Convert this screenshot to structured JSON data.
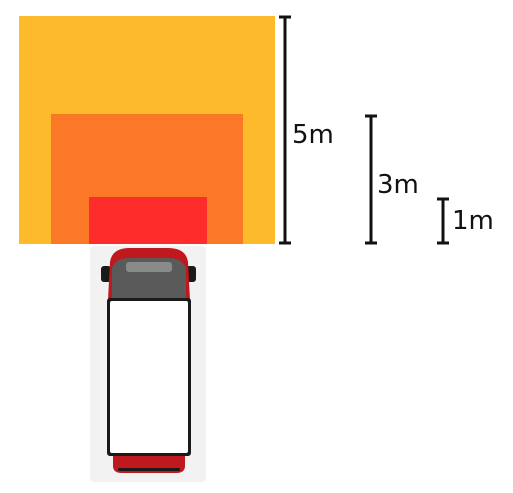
{
  "zones": [
    {
      "id": "5m",
      "label": "5m",
      "color": "#FDBB2C"
    },
    {
      "id": "3m",
      "label": "3m",
      "color": "#FB7826"
    },
    {
      "id": "1m",
      "label": "1m",
      "color": "#FF2C2C"
    }
  ],
  "vehicle": {
    "body_color": "#FFFFFF",
    "accent_color": "#C0181F",
    "shadow_color": "#F2F2F2",
    "outline_color": "#1A1A1A"
  },
  "line_color": "#111111",
  "icons": [
    "van-top-view-icon",
    "dimension-bracket-icon"
  ]
}
